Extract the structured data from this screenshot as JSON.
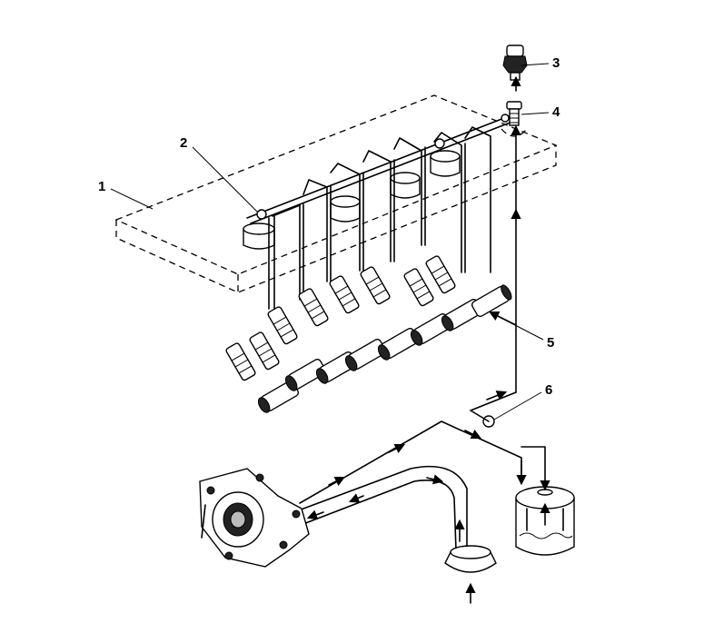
{
  "figure": {
    "callouts": [
      {
        "id": "1",
        "text": "1"
      },
      {
        "id": "2",
        "text": "2"
      },
      {
        "id": "3",
        "text": "3"
      },
      {
        "id": "4",
        "text": "4"
      },
      {
        "id": "5",
        "text": "5"
      },
      {
        "id": "6",
        "text": "6"
      }
    ]
  }
}
